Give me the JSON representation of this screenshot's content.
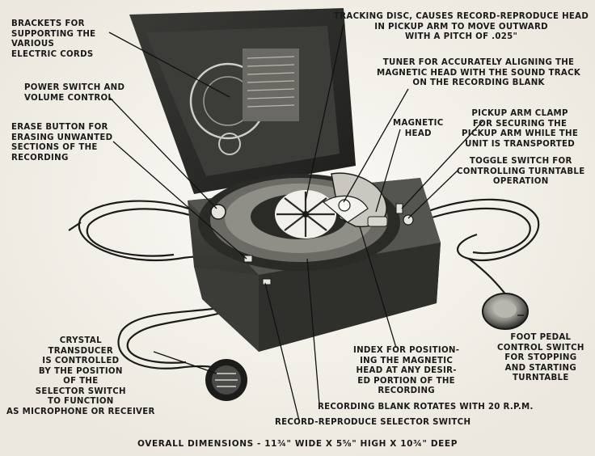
{
  "labels": {
    "brackets": "BRACKETS FOR\nSUPPORTING THE\nVARIOUS\nELECTRIC CORDS",
    "power_switch": "POWER SWITCH AND\nVOLUME CONTROL",
    "erase_button": "ERASE BUTTON FOR\nERASING UNWANTED\nSECTIONS OF THE\nRECORDING",
    "tracking_disc": "TRACKING DISC, CAUSES RECORD-REPRODUCE HEAD\nIN PICKUP ARM TO MOVE OUTWARD\nWITH A PITCH OF .025\"",
    "tuner": "TUNER FOR ACCURATELY ALIGNING THE\nMAGNETIC HEAD WITH THE SOUND TRACK\nON THE RECORDING BLANK",
    "magnetic_head": "MAGNETIC\nHEAD",
    "pickup_clamp": "PICKUP ARM CLAMP\nFOR SECURING THE\nPICKUP ARM WHILE THE\nUNIT IS TRANSPORTED",
    "toggle_switch": "TOGGLE SWITCH FOR\nCONTROLLING TURNTABLE\nOPERATION",
    "crystal_transducer": "CRYSTAL\nTRANSDUCER\nIS CONTROLLED\nBY THE POSITION\nOF THE\nSELECTOR SWITCH\nTO FUNCTION\nAS MICROPHONE OR RECEIVER",
    "index": "INDEX FOR POSITION-\nING THE MAGNETIC\nHEAD AT ANY DESIR-\nED PORTION OF THE\nRECORDING",
    "foot_pedal": "FOOT PEDAL\nCONTROL SWITCH\nFOR STOPPING\nAND STARTING\nTURNTABLE",
    "recording_blank": "RECORDING BLANK ROTATES WITH 20 R.P.M.",
    "selector_switch": "RECORD-REPRODUCE SELECTOR SWITCH"
  },
  "caption": "OVERALL DIMENSIONS - 11¾\" WIDE X 5⅝\" HIGH X 10¾\" DEEP"
}
